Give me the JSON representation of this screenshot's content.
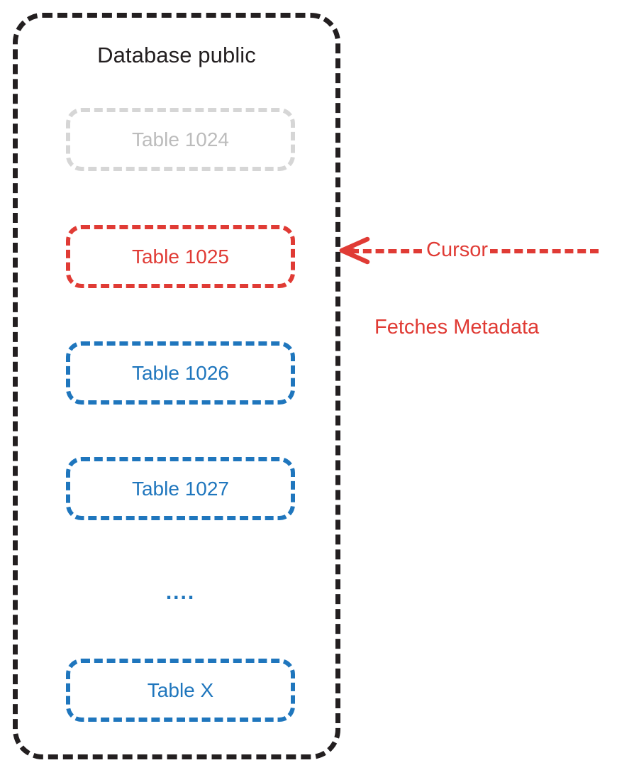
{
  "diagram": {
    "title": "Database public",
    "container_border_color": "#231f20",
    "tables": [
      {
        "label": "Table 1024",
        "state": "faded",
        "color": "#bcbcbc"
      },
      {
        "label": "Table 1025",
        "state": "active",
        "color": "#e03b35"
      },
      {
        "label": "Table 1026",
        "state": "normal",
        "color": "#1f76bd"
      },
      {
        "label": "Table 1027",
        "state": "normal",
        "color": "#1f76bd"
      },
      {
        "label": "Table X",
        "state": "normal",
        "color": "#1f76bd"
      }
    ],
    "ellipsis": "....",
    "annotations": {
      "cursor_label": "Cursor",
      "fetch_label": "Fetches Metadata",
      "accent_color": "#e03b35",
      "arrow_icon": "arrow-left-icon"
    }
  }
}
